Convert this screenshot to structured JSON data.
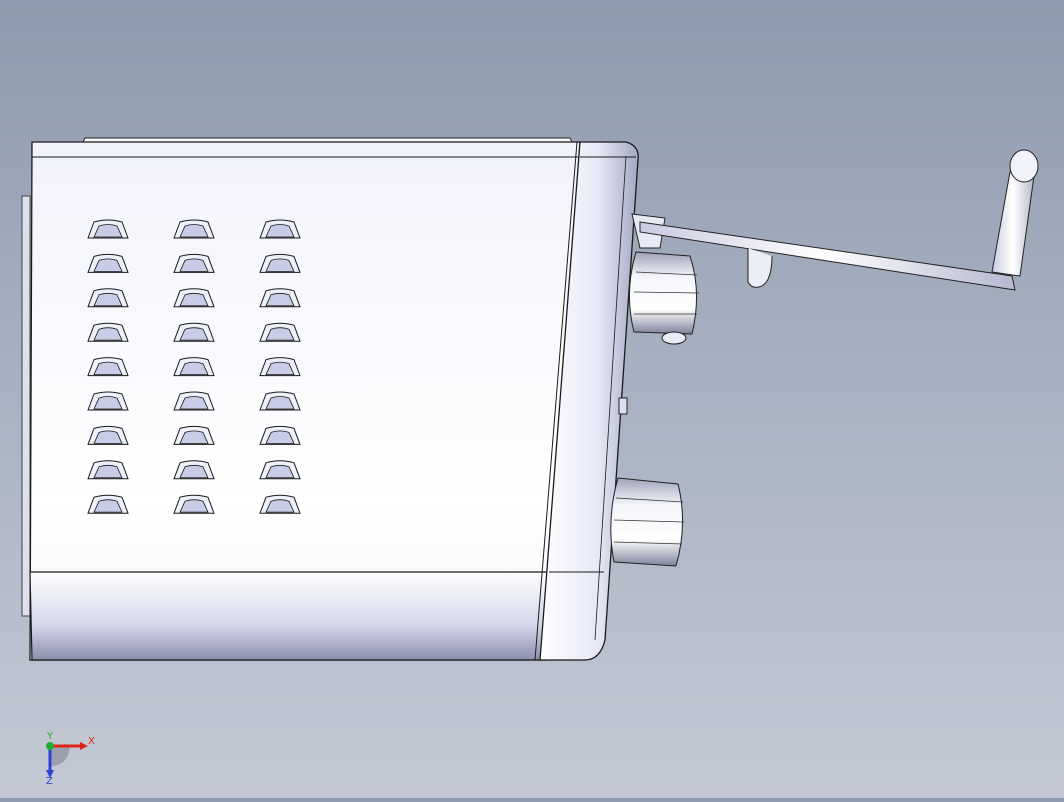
{
  "view": {
    "background_top": "#8d9bae",
    "background_bottom": "#c4c9d5",
    "model_outline": "#1a1a1a",
    "vent_grid": {
      "columns": 3,
      "rows": 9
    }
  },
  "triad": {
    "x_label": "X",
    "y_label": "Y",
    "z_label": "Z",
    "x_color": "#e0221c",
    "y_color": "#1fae2e",
    "z_color": "#2a3fd6"
  }
}
